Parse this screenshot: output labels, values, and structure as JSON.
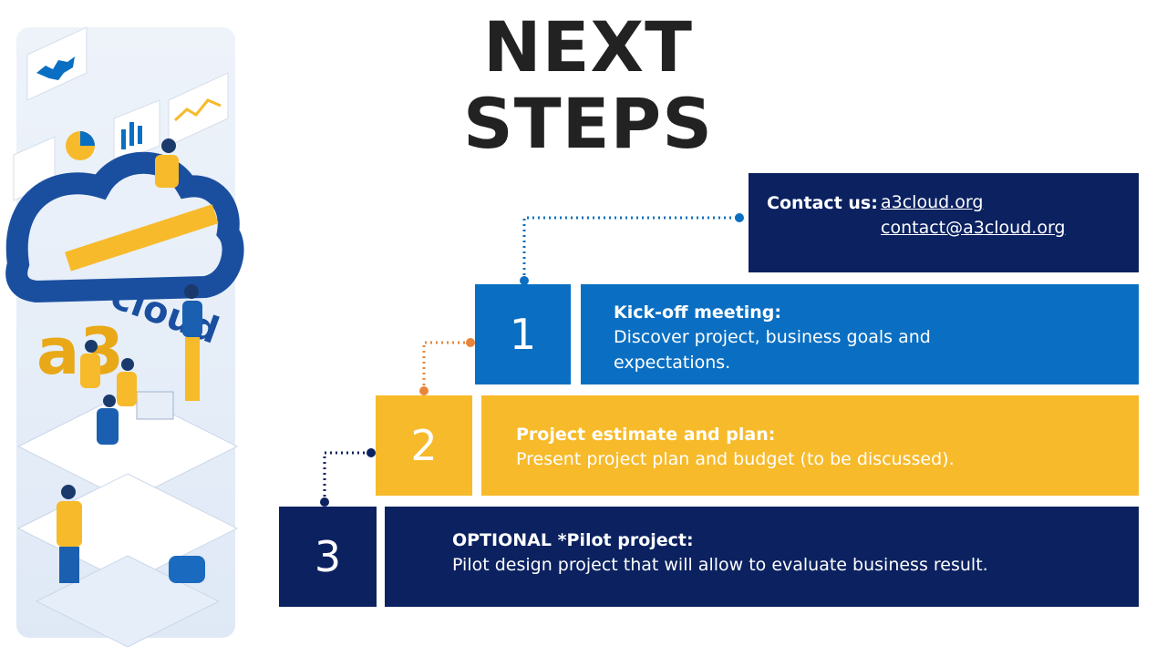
{
  "title": "NEXT STEPS",
  "contact": {
    "label": "Contact us:",
    "website": "a3cloud.org",
    "email": "contact@a3cloud.org"
  },
  "steps": [
    {
      "number": "1",
      "heading": "Kick-off meeting:",
      "text": "Discover project, business goals and expectations.",
      "color": "#0a6fc2"
    },
    {
      "number": "2",
      "heading": "Project estimate and plan:",
      "text": "Present project plan and budget (to be discussed).",
      "color": "#f7ba2a"
    },
    {
      "number": "3",
      "heading": "OPTIONAL *Pilot project:",
      "text": "Pilot design project that will allow to evaluate business result.",
      "color": "#0b2160"
    }
  ],
  "colors": {
    "navy": "#0b2160",
    "blue": "#0a6fc2",
    "yellow": "#f7ba2a",
    "connector_orange": "#e8853a"
  },
  "illustration": {
    "icons": [
      "world-map-icon",
      "pie-chart-icon",
      "bar-chart-icon",
      "line-chart-icon",
      "cloud-icon",
      "people-icon",
      "laptop-icon"
    ]
  }
}
